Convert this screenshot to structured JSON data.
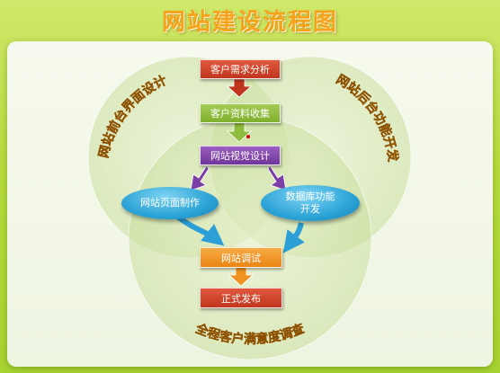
{
  "title": "网站建设流程图",
  "steps": {
    "customer_needs": "客户需求分析",
    "collect_materials": "客户资料收集",
    "visual_design": "网站视觉设计",
    "page_production": "网站页面制作",
    "db_function_line1": "数据库功能",
    "db_function_line2": "开发",
    "site_testing": "网站调试",
    "release": "正式发布"
  },
  "circle_labels": {
    "left": "网站前台界面设计",
    "right": "网站后台功能开发",
    "bottom": "全程客户满意度调查"
  },
  "colors": {
    "title": "#f7a21b",
    "red_box": "#c0351e",
    "green_box": "#8fbe3f",
    "purple_box": "#7b3fa6",
    "blue_ellipse": "#2ba3d6",
    "orange_box": "#f0921f",
    "circle_label": "#f2a01c"
  }
}
